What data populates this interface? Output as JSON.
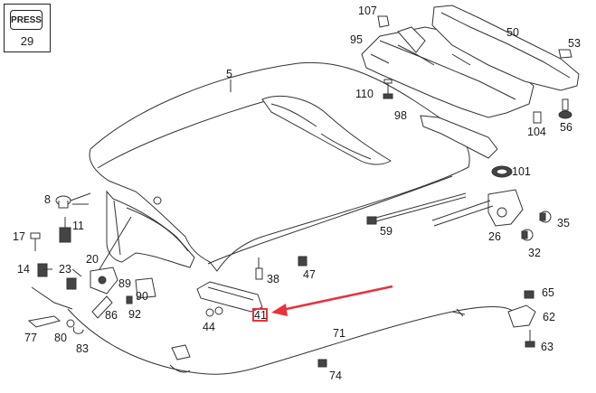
{
  "press_box": {
    "label": "PRESS",
    "number": "29"
  },
  "labels": {
    "p107": "107",
    "p50": "50",
    "p95": "95",
    "p53": "53",
    "p5": "5",
    "p110": "110",
    "p98": "98",
    "p104": "104",
    "p56": "56",
    "p101": "101",
    "p8": "8",
    "p11": "11",
    "p17": "17",
    "p14": "14",
    "p23": "23",
    "p20": "20",
    "p35": "35",
    "p59": "59",
    "p26": "26",
    "p32": "32",
    "p38": "38",
    "p47": "47",
    "p89": "89",
    "p90": "90",
    "p92": "92",
    "p86": "86",
    "p65": "65",
    "p44": "44",
    "p41": "41",
    "p62": "62",
    "p77": "77",
    "p80": "80",
    "p83": "83",
    "p71": "71",
    "p63": "63",
    "p74": "74"
  },
  "colors": {
    "highlight": "#e8323c",
    "line": "#333333"
  }
}
